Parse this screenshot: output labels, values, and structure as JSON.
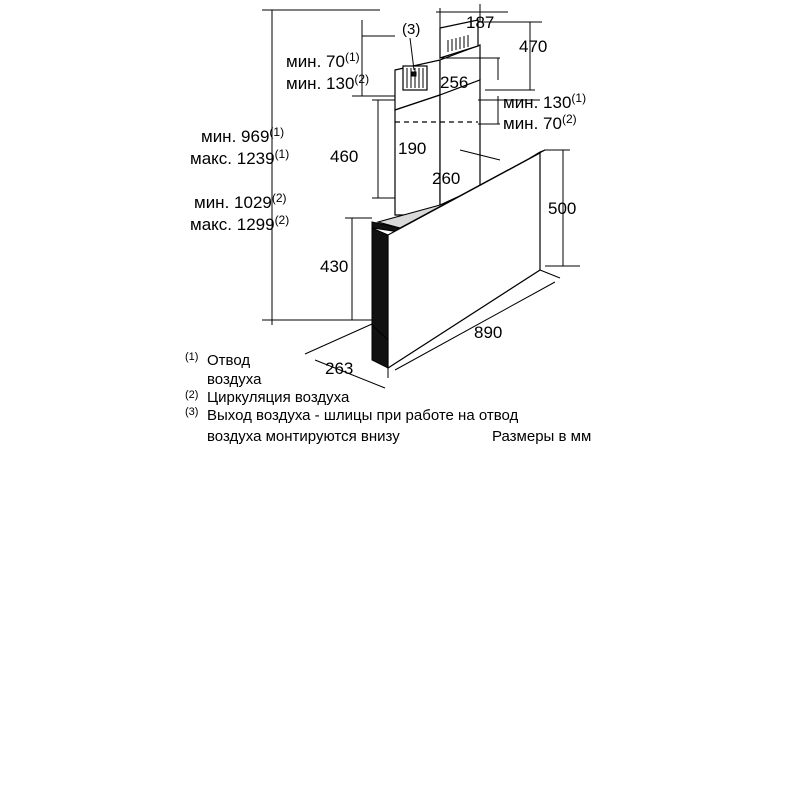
{
  "dimensions": {
    "d187": "187",
    "d470": "470",
    "d256": "256",
    "d190": "190",
    "d460": "460",
    "d260": "260",
    "d500": "500",
    "d430": "430",
    "d890": "890",
    "d263": "263"
  },
  "labels": {
    "min": "мин.",
    "max": "макс.",
    "min70": "70",
    "min130": "130",
    "h_min969": "969",
    "h_max1239": "1239",
    "h_min1029": "1029",
    "h_max1299": "1299",
    "callout3": "(3)"
  },
  "superscripts": {
    "s1": "(1)",
    "s2": "(2)"
  },
  "legend": {
    "n1_mark": "(1)",
    "n1_line1": "Отвод",
    "n1_line2": "воздуха",
    "n2_mark": "(2)",
    "n2_text": "Циркуляция воздуха",
    "n3_mark": "(3)",
    "n3_line1": "Выход воздуха - шлицы при работе на отвод",
    "n3_line2": "воздуха монтируются внизу",
    "units": "Размеры в мм"
  }
}
